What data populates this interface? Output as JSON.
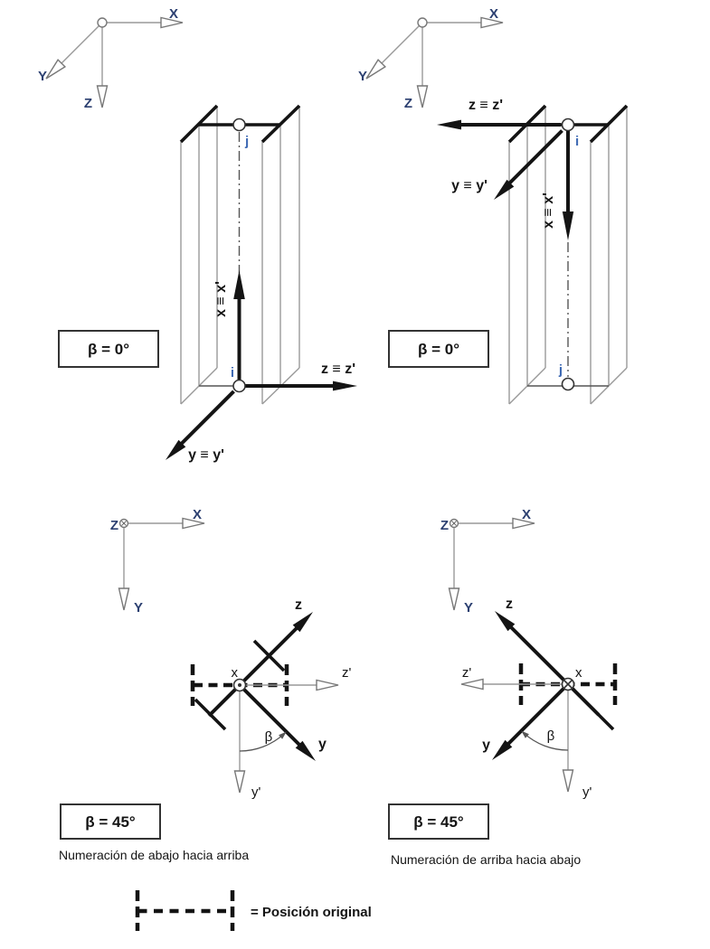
{
  "global_axes": {
    "x": "X",
    "y": "Y",
    "z": "Z"
  },
  "top_left": {
    "beta_box": "β = 0°",
    "node_top": "j",
    "node_bottom": "i",
    "axis_x": "x ≡ x'",
    "axis_y": "y ≡ y'",
    "axis_z": "z ≡ z'"
  },
  "top_right": {
    "beta_box": "β = 0°",
    "node_top": "i",
    "node_bottom": "j",
    "axis_x": "x ≡ x'",
    "axis_y": "y ≡ y'",
    "axis_z": "z ≡ z'"
  },
  "bottom_left": {
    "beta_box": "β = 45°",
    "caption": "Numeración de abajo hacia arriba",
    "axis_z": "z",
    "axis_y": "y",
    "axis_z_prime": "z'",
    "axis_y_prime": "y'",
    "axis_x": "x",
    "beta": "β"
  },
  "bottom_right": {
    "beta_box": "β = 45°",
    "caption": "Numeración de arriba hacia abajo",
    "axis_z": "z",
    "axis_y": "y",
    "axis_z_prime": "z'",
    "axis_y_prime": "y'",
    "axis_x": "x",
    "beta": "β"
  },
  "legend": {
    "label": "= Posición original"
  },
  "colors": {
    "line": "#141414",
    "construction": "#999999",
    "axis_label": "#2b3f70",
    "node_label": "#3f6ab4"
  }
}
